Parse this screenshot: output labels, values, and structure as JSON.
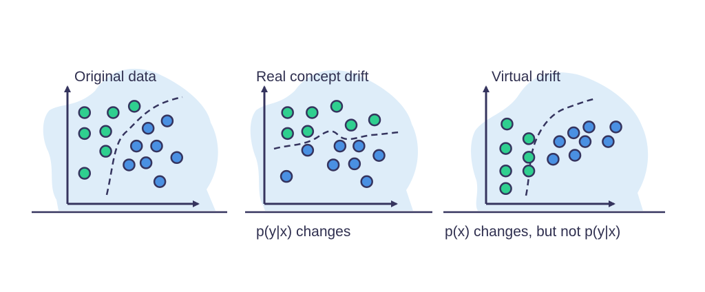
{
  "colors": {
    "background": "#ffffff",
    "blob": "#deedf9",
    "axis": "#35345e",
    "text": "#2f2f4f",
    "green_fill": "#2fcf8f",
    "blue_fill": "#4a90e2",
    "outline": "#35345e"
  },
  "panels": [
    {
      "title": "Original data",
      "caption": "",
      "points": [
        {
          "cls": "green",
          "x": 0.07,
          "y": 0.78
        },
        {
          "cls": "green",
          "x": 0.34,
          "y": 0.78
        },
        {
          "cls": "green",
          "x": 0.54,
          "y": 0.84
        },
        {
          "cls": "green",
          "x": 0.07,
          "y": 0.58
        },
        {
          "cls": "green",
          "x": 0.27,
          "y": 0.6
        },
        {
          "cls": "green",
          "x": 0.27,
          "y": 0.41
        },
        {
          "cls": "green",
          "x": 0.07,
          "y": 0.2
        },
        {
          "cls": "blue",
          "x": 0.85,
          "y": 0.7
        },
        {
          "cls": "blue",
          "x": 0.67,
          "y": 0.63
        },
        {
          "cls": "blue",
          "x": 0.56,
          "y": 0.46
        },
        {
          "cls": "blue",
          "x": 0.75,
          "y": 0.46
        },
        {
          "cls": "blue",
          "x": 0.94,
          "y": 0.35
        },
        {
          "cls": "blue",
          "x": 0.49,
          "y": 0.28
        },
        {
          "cls": "blue",
          "x": 0.65,
          "y": 0.3
        },
        {
          "cls": "blue",
          "x": 0.78,
          "y": 0.12
        }
      ]
    },
    {
      "title": "Real concept drift",
      "caption": "p(y|x)  changes",
      "points": [
        {
          "cls": "green",
          "x": 0.14,
          "y": 0.78
        },
        {
          "cls": "green",
          "x": 0.36,
          "y": 0.78
        },
        {
          "cls": "green",
          "x": 0.58,
          "y": 0.84
        },
        {
          "cls": "green",
          "x": 0.14,
          "y": 0.58
        },
        {
          "cls": "green",
          "x": 0.32,
          "y": 0.6
        },
        {
          "cls": "green",
          "x": 0.71,
          "y": 0.66
        },
        {
          "cls": "green",
          "x": 0.92,
          "y": 0.71
        },
        {
          "cls": "blue",
          "x": 0.32,
          "y": 0.42
        },
        {
          "cls": "blue",
          "x": 0.61,
          "y": 0.46
        },
        {
          "cls": "blue",
          "x": 0.78,
          "y": 0.46
        },
        {
          "cls": "blue",
          "x": 0.96,
          "y": 0.37
        },
        {
          "cls": "blue",
          "x": 0.55,
          "y": 0.28
        },
        {
          "cls": "blue",
          "x": 0.74,
          "y": 0.29
        },
        {
          "cls": "blue",
          "x": 0.85,
          "y": 0.12
        },
        {
          "cls": "blue",
          "x": 0.13,
          "y": 0.17
        }
      ]
    },
    {
      "title": "Virtual drift",
      "caption": "p(x)  changes,   but not p(y|x)",
      "points": [
        {
          "cls": "green",
          "x": 0.11,
          "y": 0.76
        },
        {
          "cls": "green",
          "x": 0.28,
          "y": 0.61
        },
        {
          "cls": "green",
          "x": 0.1,
          "y": 0.51
        },
        {
          "cls": "green",
          "x": 0.28,
          "y": 0.42
        },
        {
          "cls": "green",
          "x": 0.1,
          "y": 0.28
        },
        {
          "cls": "green",
          "x": 0.28,
          "y": 0.28
        },
        {
          "cls": "green",
          "x": 0.1,
          "y": 0.1
        },
        {
          "cls": "blue",
          "x": 0.75,
          "y": 0.73
        },
        {
          "cls": "blue",
          "x": 0.96,
          "y": 0.73
        },
        {
          "cls": "blue",
          "x": 0.63,
          "y": 0.67
        },
        {
          "cls": "blue",
          "x": 0.52,
          "y": 0.58
        },
        {
          "cls": "blue",
          "x": 0.72,
          "y": 0.58
        },
        {
          "cls": "blue",
          "x": 0.9,
          "y": 0.58
        },
        {
          "cls": "blue",
          "x": 0.47,
          "y": 0.4
        },
        {
          "cls": "blue",
          "x": 0.64,
          "y": 0.44
        }
      ]
    }
  ]
}
